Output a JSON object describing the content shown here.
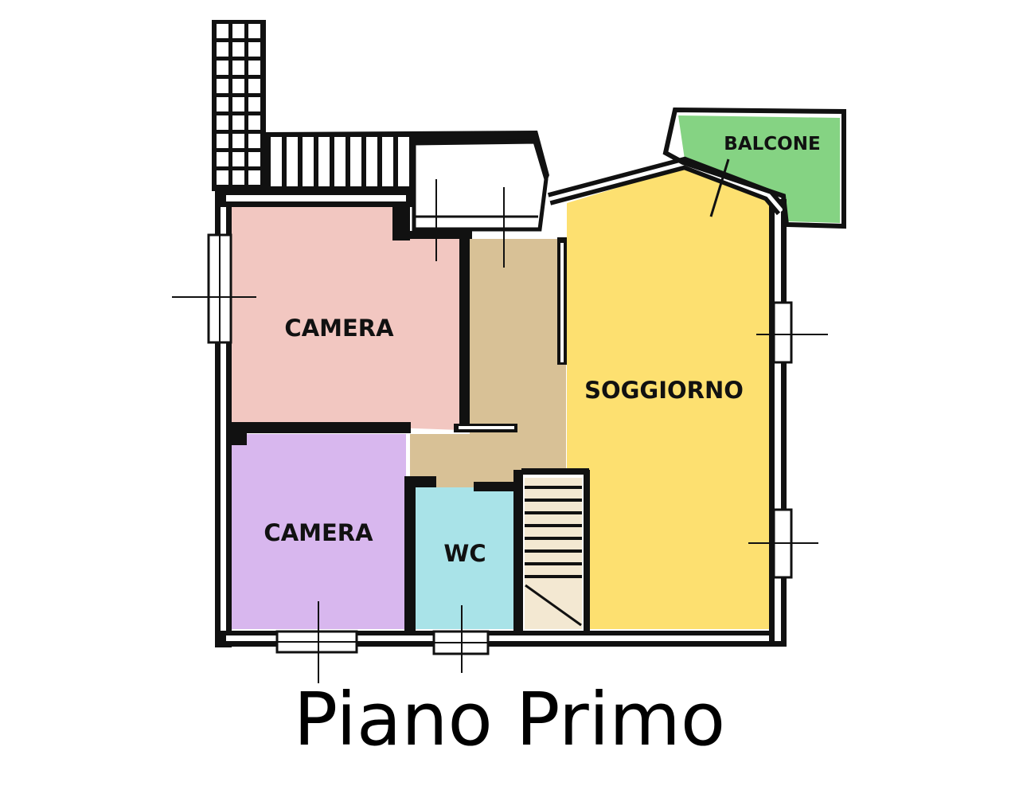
{
  "title": "Piano Primo",
  "rooms": {
    "camera_top": {
      "label": "CAMERA",
      "color": "#f2c7c1"
    },
    "camera_bottom": {
      "label": "CAMERA",
      "color": "#d8b7ee"
    },
    "wc": {
      "label": "WC",
      "color": "#a9e3e8"
    },
    "soggiorno": {
      "label": "SOGGIORNO",
      "color": "#fde070"
    },
    "balcone": {
      "label": "BALCONE",
      "color": "#85d383"
    },
    "disimpegno": {
      "label": "",
      "color": "#d8c196"
    }
  },
  "colors": {
    "wall": "#111111",
    "background": "#ffffff"
  }
}
